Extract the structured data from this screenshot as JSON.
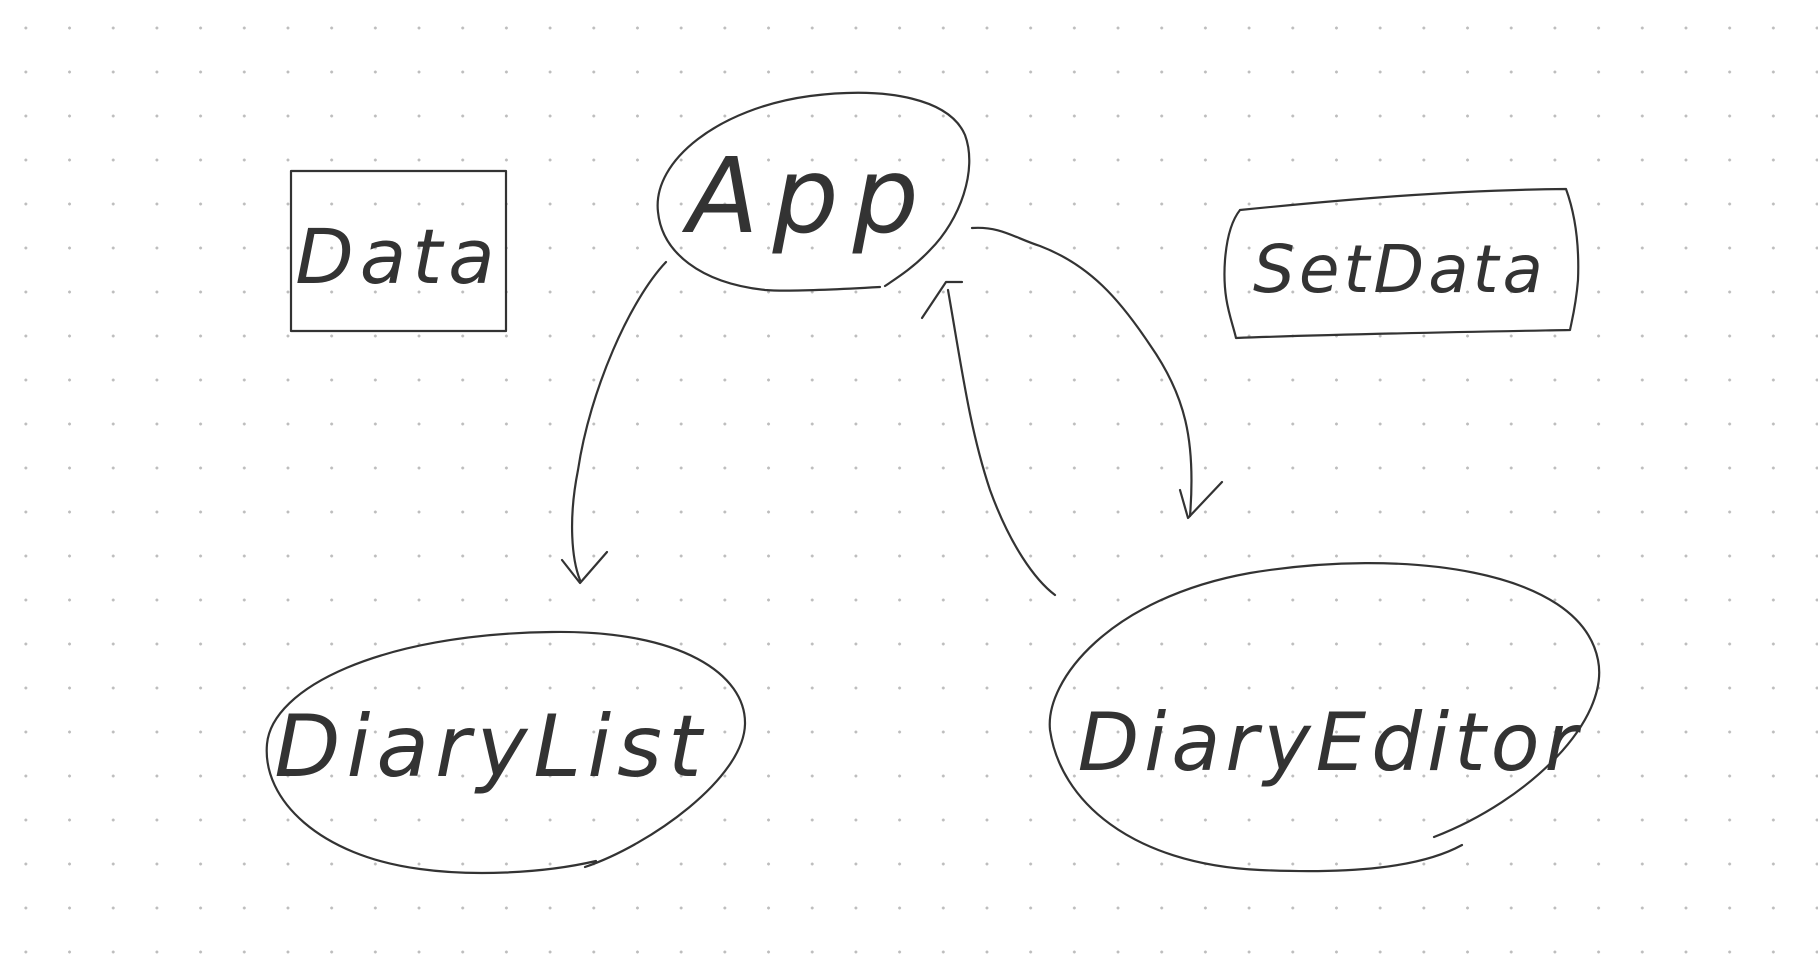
{
  "nodes": {
    "app": "App",
    "data": "Data",
    "set_data": "SetData",
    "diary_list": "DiaryList",
    "diary_editor": "DiaryEditor"
  },
  "edges": [
    {
      "from": "App",
      "to": "DiaryList"
    },
    {
      "from": "App",
      "to": "DiaryEditor"
    },
    {
      "from": "DiaryEditor",
      "to": "App"
    }
  ],
  "colors": {
    "ink": "#333333",
    "grid_dot": "#bdbdbd",
    "background": "#ffffff"
  }
}
